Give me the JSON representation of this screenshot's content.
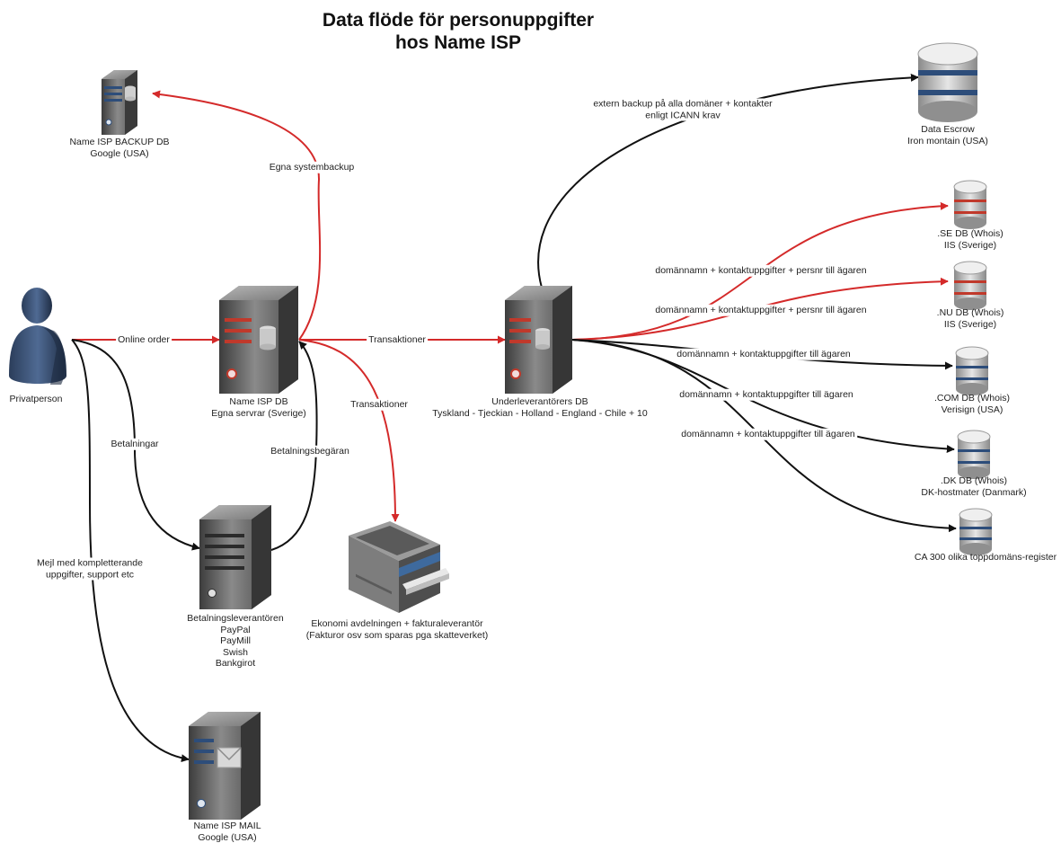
{
  "title": {
    "line1": "Data flöde för personuppgifter",
    "line2": "hos Name ISP"
  },
  "colors": {
    "red_flow": "#d42a2a",
    "black_flow": "#111111",
    "server_body": "#6b6b6b",
    "db_blue_band": "#2d4d7a",
    "db_red_band": "#c0392b"
  },
  "nodes": {
    "backup_db": {
      "line1": "Name ISP BACKUP DB",
      "line2": "Google (USA)",
      "icon": "server-database-icon"
    },
    "privatperson": {
      "line1": "Privatperson",
      "icon": "person-icon"
    },
    "isp_db": {
      "line1": "Name ISP DB",
      "line2": "Egna servrar (Sverige)",
      "icon": "server-database-icon"
    },
    "payment_provider": {
      "line1": "Betalningsleverantören",
      "line2": "PayPal",
      "line3": "PayMill",
      "line4": "Swish",
      "line5": "Bankgirot",
      "icon": "server-icon"
    },
    "isp_mail": {
      "line1": "Name ISP MAIL",
      "line2": "Google (USA)",
      "icon": "mail-server-icon"
    },
    "economy": {
      "line1": "Ekonomi avdelningen + fakturaleverantör",
      "line2": "(Fakturor osv som sparas pga skatteverket)",
      "icon": "printer-scanner-icon"
    },
    "subcontractor_db": {
      "line1": "Underleverantörers DB",
      "line2": "Tyskland - Tjeckian - Holland - England - Chile + 10",
      "icon": "server-database-icon"
    },
    "data_escrow": {
      "line1": "Data Escrow",
      "line2": "Iron montain (USA)",
      "icon": "database-icon"
    },
    "se_db": {
      "line1": ".SE DB (Whois)",
      "line2": "IIS (Sverige)",
      "icon": "database-icon"
    },
    "nu_db": {
      "line1": ".NU DB (Whois)",
      "line2": "IIS (Sverige)",
      "icon": "database-icon"
    },
    "com_db": {
      "line1": ".COM DB (Whois)",
      "line2": "Verisign (USA)",
      "icon": "database-icon"
    },
    "dk_db": {
      "line1": ".DK DB (Whois)",
      "line2": "DK-hostmater (Danmark)",
      "icon": "database-icon"
    },
    "tld_registers": {
      "line1": "CA 300 olika toppdomäns-register",
      "icon": "database-icon"
    }
  },
  "edges": {
    "own_backup": "Egna systembackup",
    "online_order": "Online order",
    "transactions_sub": "Transaktioner",
    "transactions_economy": "Transaktioner",
    "payments": "Betalningar",
    "payment_request": "Betalningsbegäran",
    "mail_line1": "Mejl med kompletterande",
    "mail_line2": "uppgifter, support etc",
    "escrow_line1": "extern backup på alla domäner + kontakter",
    "escrow_line2": "enligt ICANN krav",
    "se_flow": "domännamn + kontaktuppgifter + persnr till ägaren",
    "nu_flow": "domännamn + kontaktuppgifter + persnr till ägaren",
    "com_flow": "domännamn + kontaktuppgifter till ägaren",
    "dk_flow": "domännamn + kontaktuppgifter till ägaren",
    "tld_flow": "domännamn + kontaktuppgifter till ägaren"
  }
}
